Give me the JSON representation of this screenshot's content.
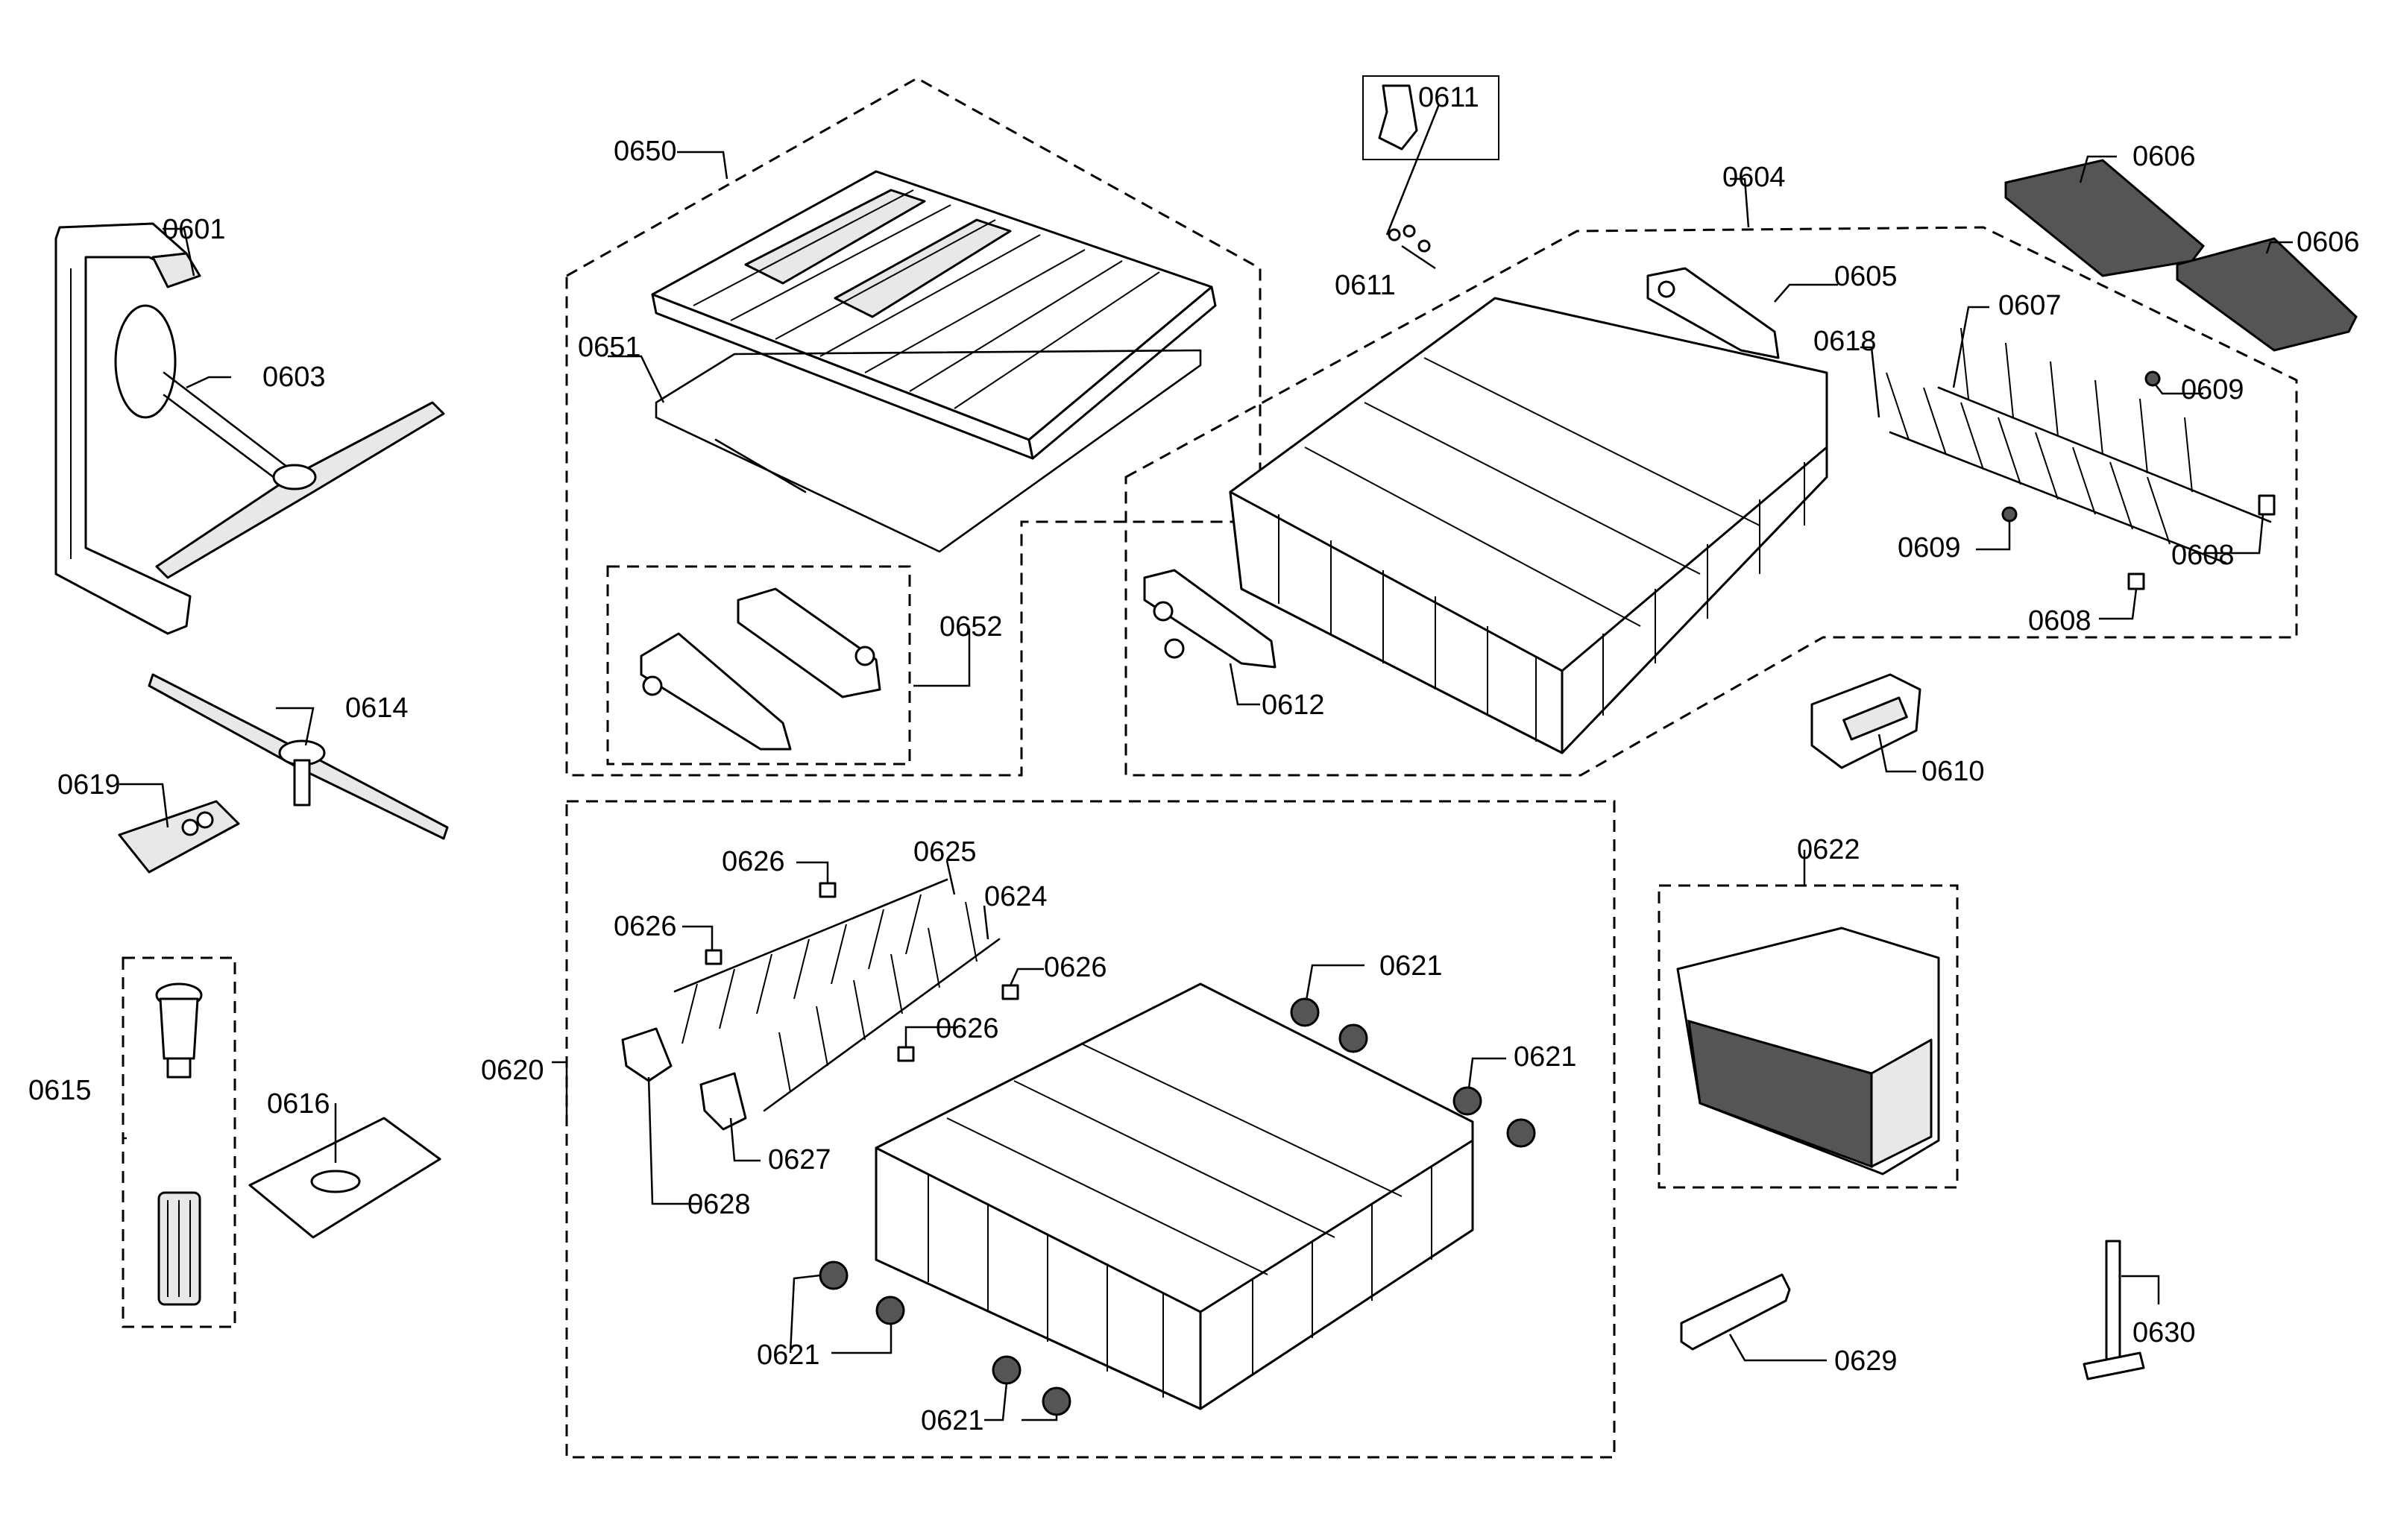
{
  "callouts": {
    "c0601": "0601",
    "c0603": "0603",
    "c0614": "0614",
    "c0619": "0619",
    "c0615": "0615",
    "c0616": "0616",
    "c0650": "0650",
    "c0651": "0651",
    "c0652": "0652",
    "c0611a": "0611",
    "c0611b": "0611",
    "c0604": "0604",
    "c0605": "0605",
    "c0606a": "0606",
    "c0606b": "0606",
    "c0607": "0607",
    "c0618": "0618",
    "c0609a": "0609",
    "c0609b": "0609",
    "c0608a": "0608",
    "c0608b": "0608",
    "c0612": "0612",
    "c0610": "0610",
    "c0620": "0620",
    "c0625": "0625",
    "c0624": "0624",
    "c0626a": "0626",
    "c0626b": "0626",
    "c0626c": "0626",
    "c0626d": "0626",
    "c0627": "0627",
    "c0628": "0628",
    "c0621a": "0621",
    "c0621b": "0621",
    "c0621c": "0621",
    "c0621d": "0621",
    "c0622": "0622",
    "c0629": "0629",
    "c0630": "0630"
  }
}
